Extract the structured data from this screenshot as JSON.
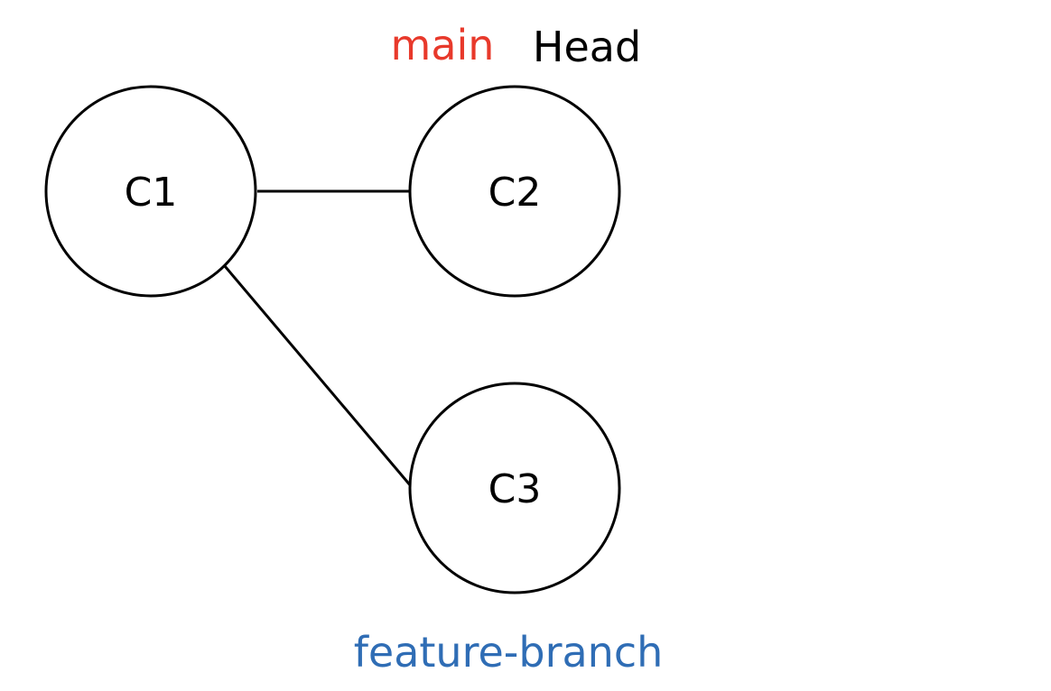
{
  "commits": [
    {
      "id": "C1",
      "label": "C1"
    },
    {
      "id": "C2",
      "label": "C2"
    },
    {
      "id": "C3",
      "label": "C3"
    }
  ],
  "edges": [
    {
      "from": "C1",
      "to": "C2"
    },
    {
      "from": "C1",
      "to": "C3"
    }
  ],
  "refs": {
    "main": {
      "label": "main",
      "color": "#e8392b"
    },
    "head": {
      "label": "Head",
      "color": "#000000"
    },
    "feature": {
      "label": "feature-branch",
      "color": "#2f6db5"
    }
  }
}
